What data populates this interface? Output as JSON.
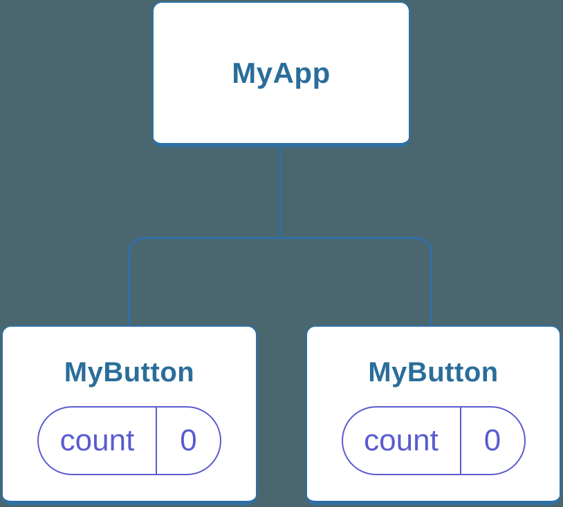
{
  "diagram": {
    "background_color": "#4A6770",
    "line_color": "#2F70A4",
    "card_background_color": "#FFFFFF",
    "title_color": "#2B6D9A",
    "state_color": "#5A5AD0",
    "root": {
      "title": "MyApp"
    },
    "children": [
      {
        "title": "MyButton",
        "state": {
          "label": "count",
          "value": "0"
        }
      },
      {
        "title": "MyButton",
        "state": {
          "label": "count",
          "value": "0"
        }
      }
    ]
  }
}
